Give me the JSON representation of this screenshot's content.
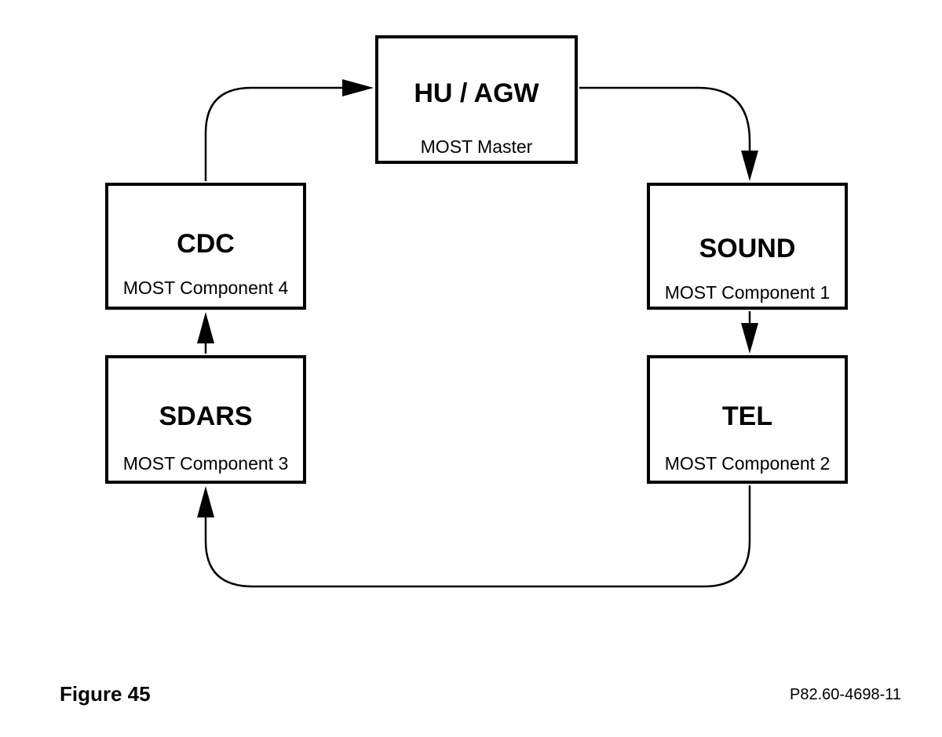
{
  "nodes": {
    "hu": {
      "title": "HU / AGW",
      "subtitle": "MOST Master"
    },
    "sound": {
      "title": "SOUND",
      "subtitle": "MOST Component 1"
    },
    "tel": {
      "title": "TEL",
      "subtitle": "MOST Component 2"
    },
    "sdars": {
      "title": "SDARS",
      "subtitle": "MOST Component 3"
    },
    "cdc": {
      "title": "CDC",
      "subtitle": "MOST Component 4"
    }
  },
  "connections": [
    {
      "from": "HU / AGW",
      "to": "SOUND"
    },
    {
      "from": "SOUND",
      "to": "TEL"
    },
    {
      "from": "TEL",
      "to": "SDARS"
    },
    {
      "from": "SDARS",
      "to": "CDC"
    },
    {
      "from": "CDC",
      "to": "HU / AGW"
    }
  ],
  "footer": {
    "figure_label": "Figure 45",
    "reference": "P82.60-4698-11"
  }
}
